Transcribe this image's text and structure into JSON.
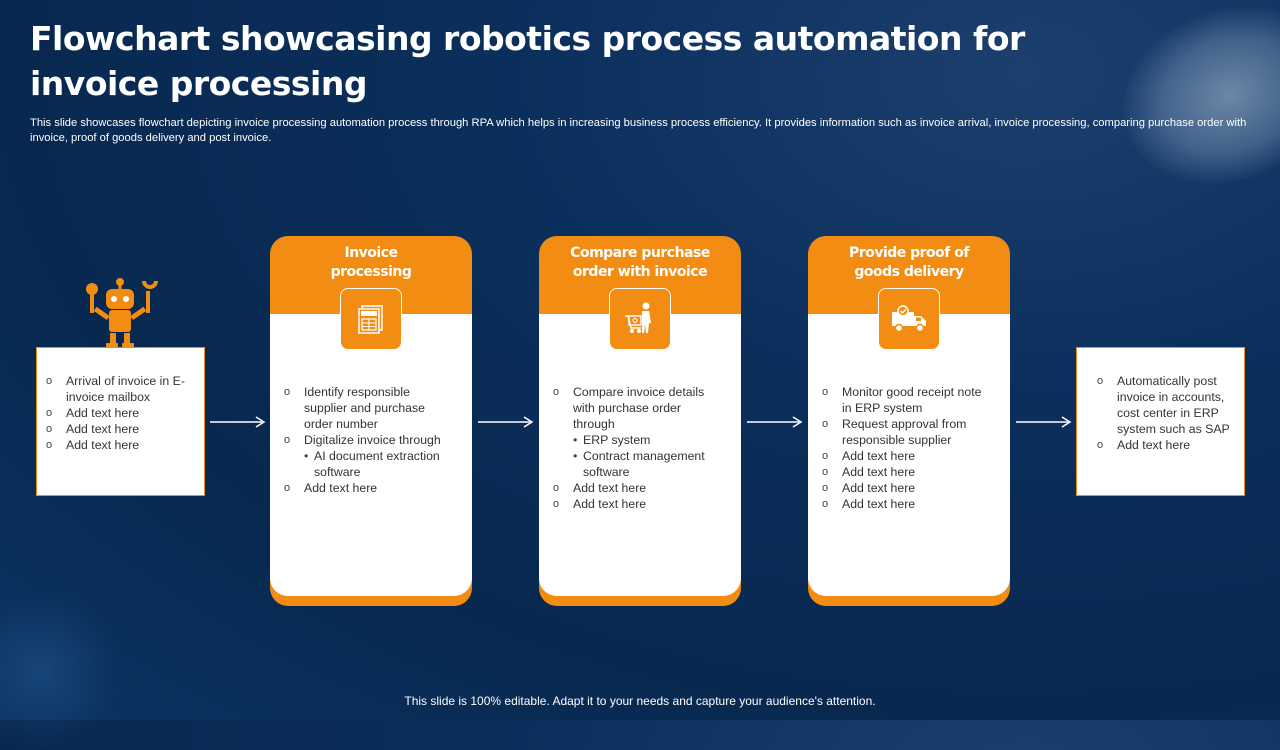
{
  "slide": {
    "title": "Flowchart showcasing robotics process automation for invoice processing",
    "subtitle": "This slide showcases flowchart depicting invoice processing automation process through RPA which helps in increasing business process efficiency. It provides information such as invoice arrival, invoice processing, comparing purchase order with invoice, proof of goods delivery and post invoice.",
    "footer": "This slide is 100% editable. Adapt it to your needs and capture your audience's attention."
  },
  "colors": {
    "accent": "#f28c13",
    "background": "#0b2f5c",
    "card_text": "#333333"
  },
  "left_box": {
    "icon": "robot-icon",
    "items": [
      "Arrival of invoice in E-invoice mailbox",
      "Add text here",
      "Add text here",
      "Add text here"
    ]
  },
  "steps": [
    {
      "heading": "Invoice processing",
      "icon": "invoice-icon",
      "items": [
        {
          "text": "Identify responsible supplier and purchase order number"
        },
        {
          "text": "Digitalize invoice through",
          "sub": [
            "AI document extraction software"
          ]
        },
        {
          "text": "Add text here"
        }
      ]
    },
    {
      "heading": "Compare purchase order with invoice",
      "icon": "shopping-cart-person-icon",
      "items": [
        {
          "text": "Compare invoice details with purchase order through",
          "sub": [
            "ERP system",
            "Contract management software"
          ]
        },
        {
          "text": "Add text here"
        },
        {
          "text": "Add text here"
        }
      ]
    },
    {
      "heading": "Provide proof of goods delivery",
      "icon": "delivery-truck-icon",
      "items": [
        {
          "text": "Monitor good receipt note in ERP system"
        },
        {
          "text": "Request approval from responsible supplier"
        },
        {
          "text": "Add text here"
        },
        {
          "text": "Add text here"
        },
        {
          "text": "Add text here"
        },
        {
          "text": "Add text here"
        }
      ]
    }
  ],
  "right_box": {
    "items": [
      "Automatically post invoice in accounts, cost center in ERP system such as SAP",
      "Add text here"
    ]
  }
}
